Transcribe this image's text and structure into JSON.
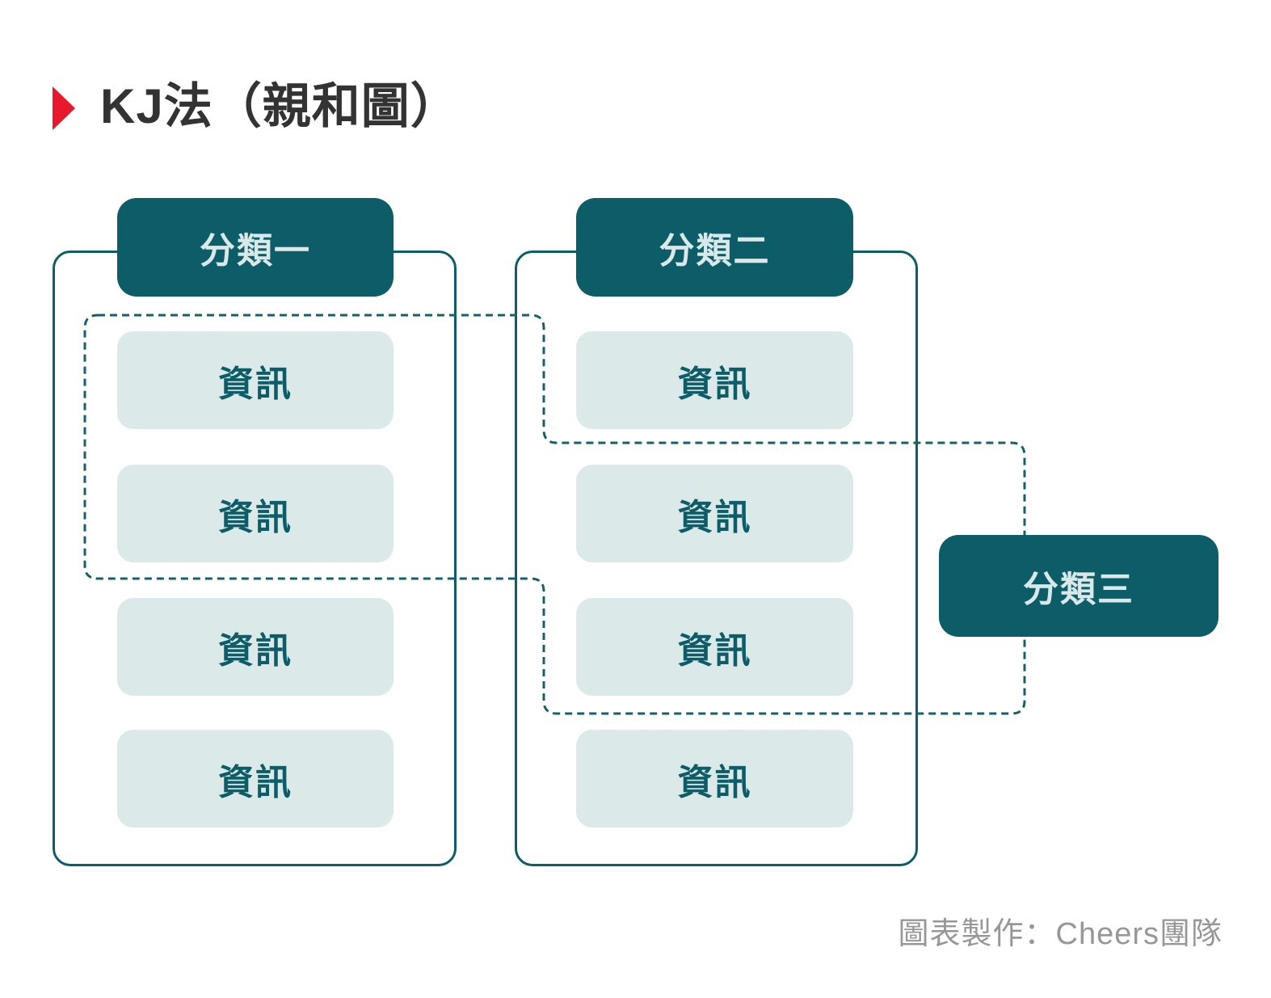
{
  "title": "KJ法（親和圖）",
  "groups": [
    {
      "label": "分類一",
      "items": [
        "資訊",
        "資訊",
        "資訊",
        "資訊"
      ]
    },
    {
      "label": "分類二",
      "items": [
        "資訊",
        "資訊",
        "資訊",
        "資訊"
      ]
    },
    {
      "label": "分類三",
      "items": []
    }
  ],
  "credit": "圖表製作：Cheers團隊",
  "colors": {
    "teal_dark": "#0c5d67",
    "teal_light": "#dce9e9",
    "badge_text": "#d9e8e8",
    "dashed_line": "#14606b",
    "title_text": "#333333",
    "accent_red": "#e8182d",
    "credit_gray": "#979797"
  }
}
